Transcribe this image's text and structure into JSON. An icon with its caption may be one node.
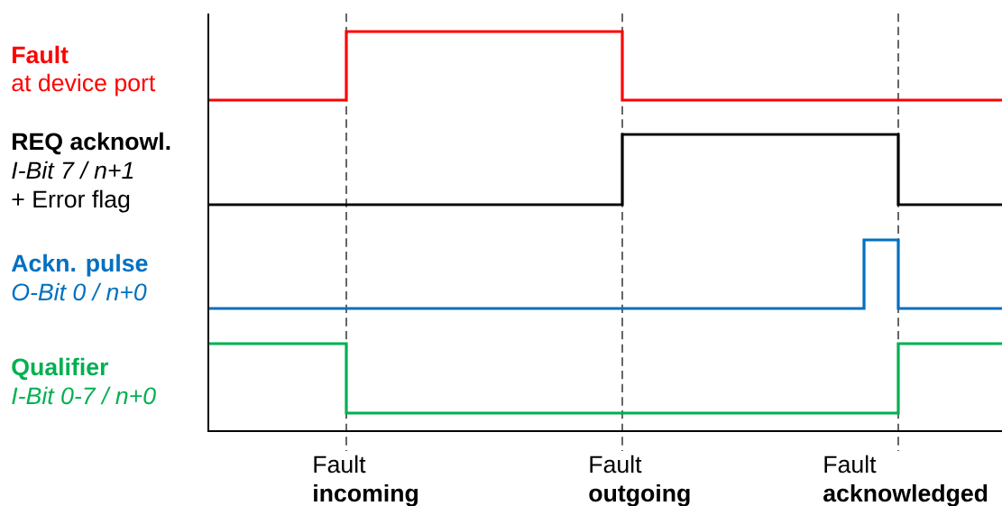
{
  "diagram": {
    "labels": [
      "Fault",
      "at device port",
      "REQ acknowl.",
      "I-Bit 7 / n+1",
      "+ Error flag",
      "Ackn. pulse",
      "O-Bit 0 / n+0",
      "Qualifier",
      "I-Bit 0-7 / n+0",
      "Fault",
      "incoming",
      "Fault",
      "outgoing",
      "Fault",
      "acknowledged"
    ]
  }
}
